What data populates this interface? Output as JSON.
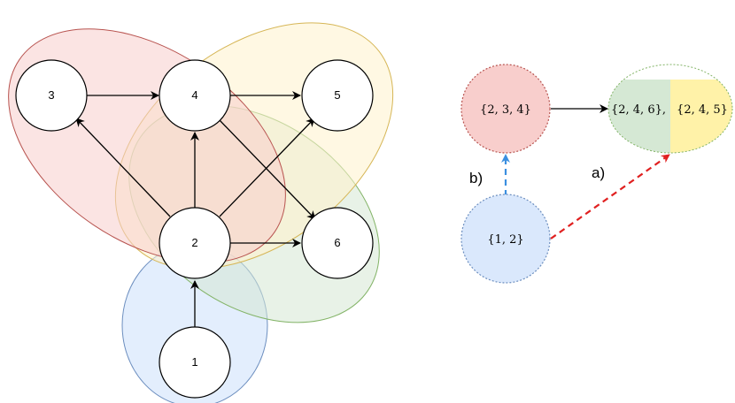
{
  "graph": {
    "nodes": [
      {
        "id": "1",
        "label": "1"
      },
      {
        "id": "2",
        "label": "2"
      },
      {
        "id": "3",
        "label": "3"
      },
      {
        "id": "4",
        "label": "4"
      },
      {
        "id": "5",
        "label": "5"
      },
      {
        "id": "6",
        "label": "6"
      }
    ],
    "edges": [
      {
        "from": "1",
        "to": "2"
      },
      {
        "from": "2",
        "to": "3"
      },
      {
        "from": "2",
        "to": "4"
      },
      {
        "from": "2",
        "to": "5"
      },
      {
        "from": "2",
        "to": "6"
      },
      {
        "from": "3",
        "to": "4"
      },
      {
        "from": "4",
        "to": "5"
      },
      {
        "from": "4",
        "to": "6"
      }
    ],
    "regions": [
      {
        "id": "red",
        "color": "#f8cecc",
        "stroke": "#b85450"
      },
      {
        "id": "yellow",
        "color": "#fff2cc",
        "stroke": "#d6b656"
      },
      {
        "id": "green",
        "color": "#d5e8d4",
        "stroke": "#82b366"
      },
      {
        "id": "blue",
        "color": "#dae8fc",
        "stroke": "#6c8ebf"
      }
    ]
  },
  "sets": {
    "s234": "{2, 3, 4}",
    "s12": "{1, 2}",
    "s246": "{2, 4, 6},",
    "s245": "{2, 4, 5}"
  },
  "labels": {
    "a": "a)",
    "b": "b)"
  },
  "colors": {
    "red_fill": "#f8cecc",
    "red_stroke": "#b85450",
    "blue_fill": "#dae8fc",
    "blue_stroke": "#6c8ebf",
    "green_fill": "#d5e8d4",
    "yellow_fill": "#fff2a8",
    "arrow_red": "#e02020",
    "arrow_blue": "#3b8fe0"
  }
}
